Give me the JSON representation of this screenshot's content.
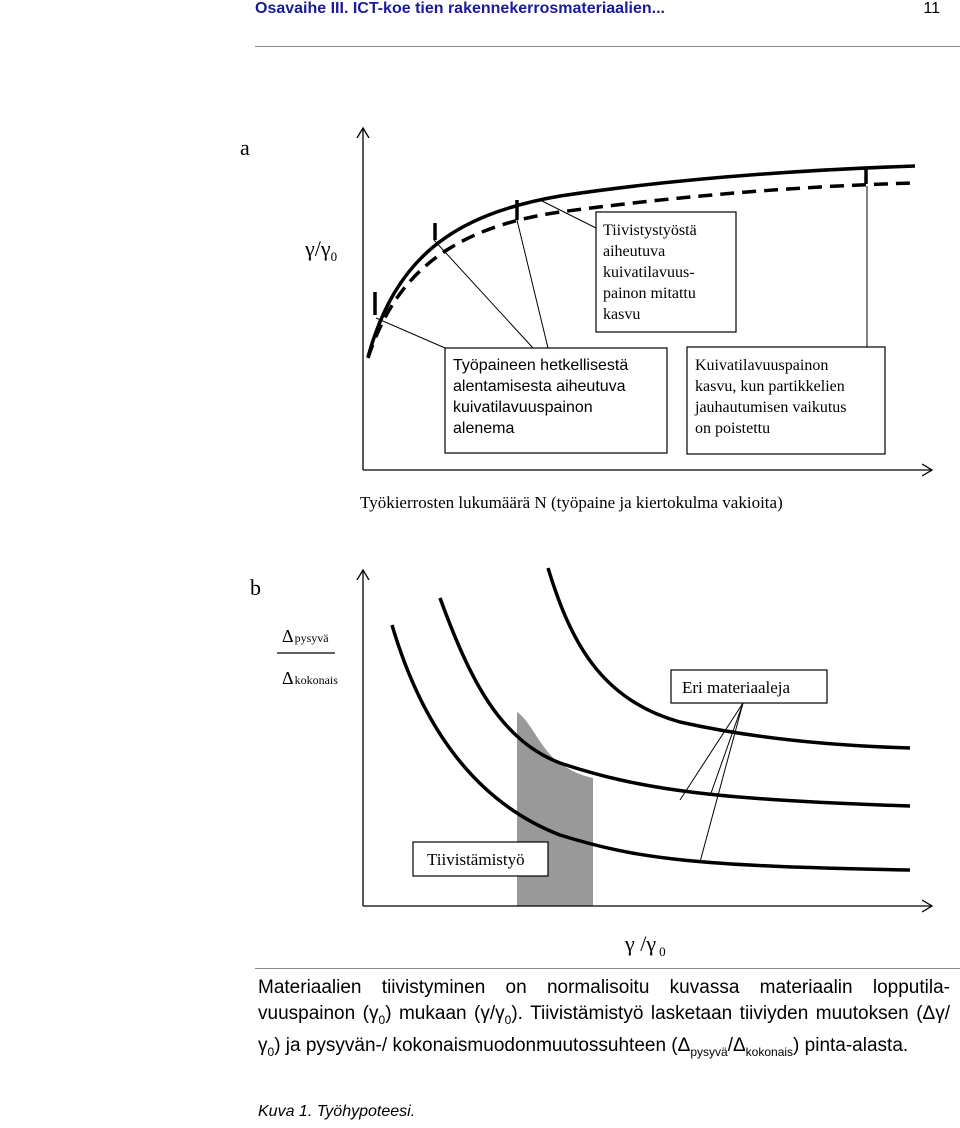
{
  "header": {
    "title": "Osavaihe III. ICT-koe tien rakennekerrosmateriaalien...",
    "page_number": "11"
  },
  "panel_a": {
    "label": "a",
    "y_axis_label": "γ/γ",
    "y_axis_subscript": "0",
    "x_axis_label": "Työkierrosten lukumäärä N (työpaine ja kiertokulma vakioita)",
    "box_measured_increase": [
      "Tiivistystyöstä",
      "aiheutuva",
      "kuivatilavuus-",
      "painon mitattu",
      "kasvu"
    ],
    "box_temporary_decrease": [
      "Työpaineen hetkellisestä",
      "alentamisesta aiheutuva",
      "kuivatilavuuspainon",
      "alenema"
    ],
    "box_crushing_removed": [
      "Kuivatilavuuspainon",
      "kasvu, kun partikkelien",
      "jauhautumisen vaikutus",
      "on poistettu"
    ]
  },
  "panel_b": {
    "label": "b",
    "y_numerator_symbol": "Δ",
    "y_numerator_subscript": "pysyvä",
    "y_denominator_symbol": "Δ",
    "y_denominator_subscript": "kokonais",
    "box_materials": "Eri materiaaleja",
    "box_compaction_work": "Tiivistämistyö",
    "x_axis_label": "γ /γ",
    "x_axis_subscript": "0",
    "shaded_fill": "#999999"
  },
  "caption": {
    "body_1": "Materiaalien tiivistyminen on normalisoitu kuvassa materiaalin lopputila-vuuspainon (",
    "body_gamma0_1": "γ",
    "body_sub_1": "0",
    "body_2": ") mukaan (",
    "body_gamma_2": "γ/γ",
    "body_sub_2": "0",
    "body_3": "). Tiivistämistyö lasketaan tiiviyden muutoksen (",
    "body_delta_gamma": "Δγ/γ",
    "body_sub_3": "0",
    "body_4": ") ja pysyvän-/ kokonaismuodonmuutossuhteen (",
    "body_delta1": "Δ",
    "body_sub_pysyva": "pysyvä",
    "body_slash": "/",
    "body_delta2": "Δ",
    "body_sub_kokonais": "kokonais",
    "body_5": ") pinta-alasta.",
    "figure_caption": "Kuva 1. Työhypoteesi."
  }
}
